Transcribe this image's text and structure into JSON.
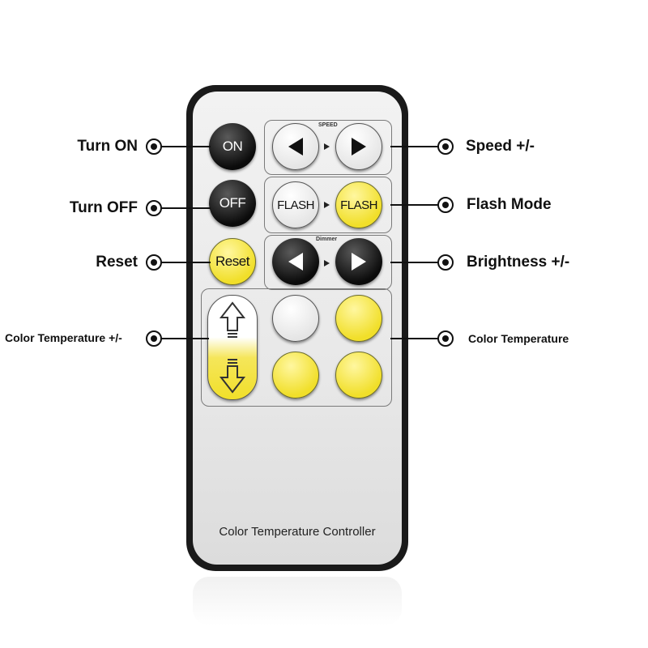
{
  "labels": {
    "left": {
      "turn_on": "Turn ON",
      "turn_off": "Turn OFF",
      "reset": "Reset",
      "color_temp_adjust": "Color Temperature +/-"
    },
    "right": {
      "speed": "Speed +/-",
      "flash_mode": "Flash Mode",
      "brightness": "Brightness +/-",
      "color_temperature": "Color Temperature"
    }
  },
  "remote": {
    "buttons": {
      "on": "ON",
      "off": "OFF",
      "reset": "Reset",
      "flash_white": "FLASH",
      "flash_yellow": "FLASH"
    },
    "panel_tags": {
      "speed": "SPEED",
      "dimmer": "Dimmer"
    },
    "footer": "Color Temperature Controller"
  },
  "colors": {
    "black_button": "#111111",
    "yellow_button": "#f1df2a",
    "white_button": "#f4f4f4",
    "remote_body": "#1a1a1a"
  },
  "icons": [
    "left-triangle-icon",
    "right-triangle-icon",
    "up-arrow-icon",
    "down-arrow-icon",
    "callout-dot-icon"
  ]
}
